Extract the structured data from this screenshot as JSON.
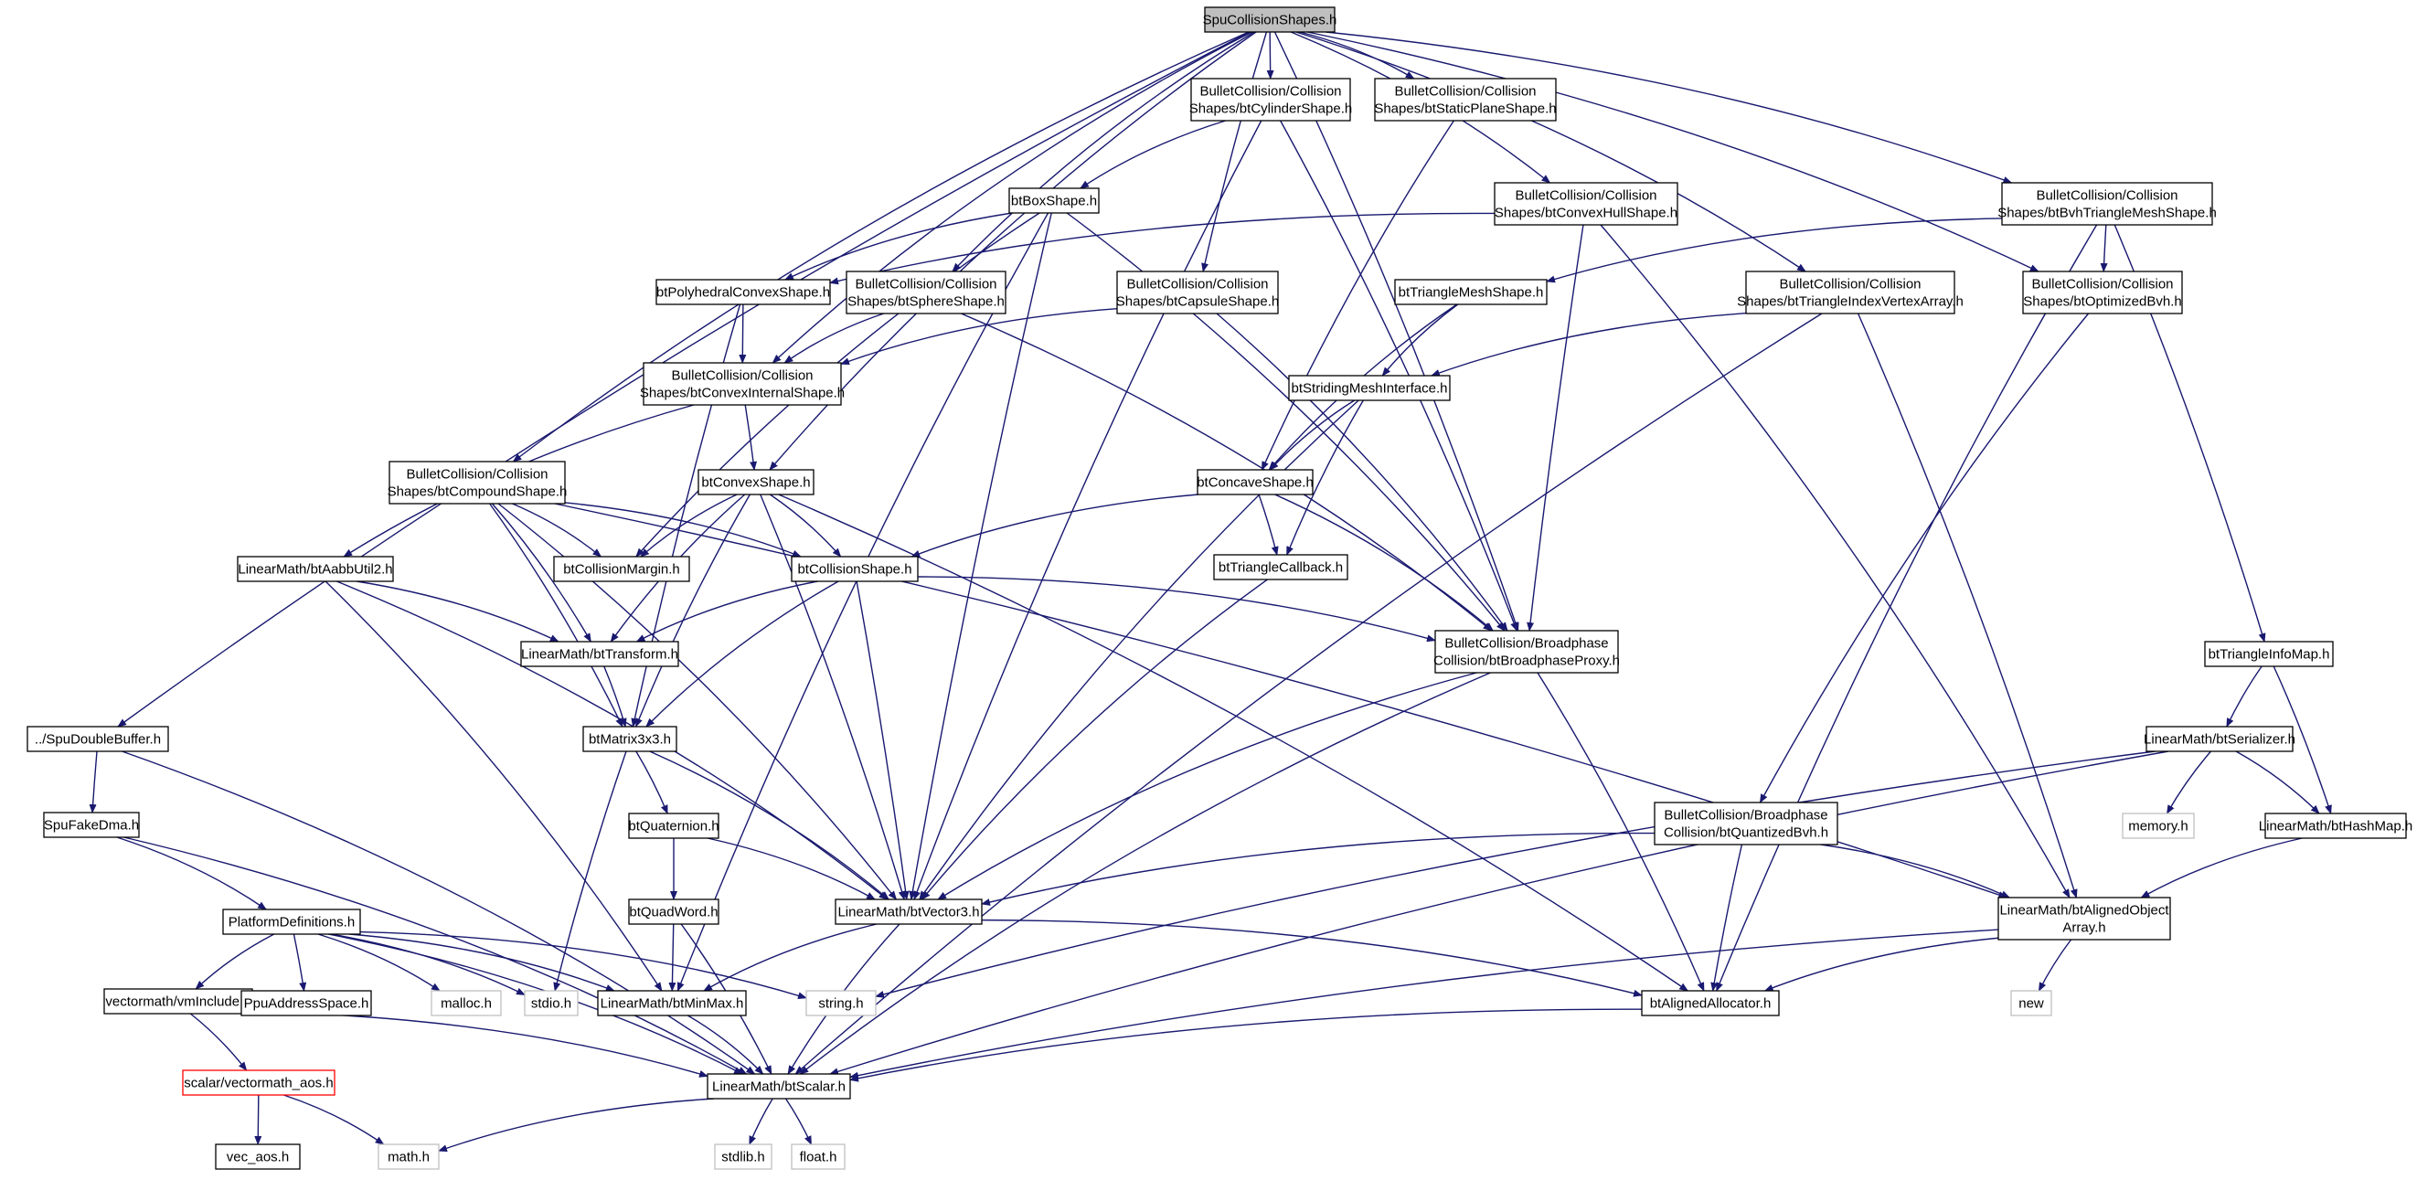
{
  "colors": {
    "edge": "#191970",
    "node_border": "#000000",
    "system_border": "#bfbfbf",
    "missing_border": "#ff0000",
    "root_fill": "#bfbfbf",
    "node_fill": "#ffffff"
  },
  "nodes": [
    {
      "id": "root",
      "lines": [
        "SpuCollisionShapes.h"
      ],
      "kind": "root"
    },
    {
      "id": "spudb",
      "lines": [
        "../SpuDoubleBuffer.h"
      ],
      "kind": "normal"
    },
    {
      "id": "compound",
      "lines": [
        "BulletCollision/Collision",
        "Shapes/btCompoundShape.h"
      ],
      "kind": "normal"
    },
    {
      "id": "convexinternal",
      "lines": [
        "BulletCollision/Collision",
        "Shapes/btConvexInternalShape.h"
      ],
      "kind": "normal"
    },
    {
      "id": "convex",
      "lines": [
        "btConvexShape.h"
      ],
      "kind": "normal"
    },
    {
      "id": "sphere",
      "lines": [
        "BulletCollision/Collision",
        "Shapes/btSphereShape.h"
      ],
      "kind": "normal"
    },
    {
      "id": "capsule",
      "lines": [
        "BulletCollision/Collision",
        "Shapes/btCapsuleShape.h"
      ],
      "kind": "normal"
    },
    {
      "id": "cylinder",
      "lines": [
        "BulletCollision/Collision",
        "Shapes/btCylinderShape.h"
      ],
      "kind": "normal"
    },
    {
      "id": "staticplane",
      "lines": [
        "BulletCollision/Collision",
        "Shapes/btStaticPlaneShape.h"
      ],
      "kind": "normal"
    },
    {
      "id": "convexhull",
      "lines": [
        "BulletCollision/Collision",
        "Shapes/btConvexHullShape.h"
      ],
      "kind": "normal"
    },
    {
      "id": "trivertex",
      "lines": [
        "BulletCollision/Collision",
        "Shapes/btTriangleIndexVertexArray.h"
      ],
      "kind": "normal"
    },
    {
      "id": "bvhtri",
      "lines": [
        "BulletCollision/Collision",
        "Shapes/btBvhTriangleMeshShape.h"
      ],
      "kind": "normal"
    },
    {
      "id": "optbvh",
      "lines": [
        "BulletCollision/Collision",
        "Shapes/btOptimizedBvh.h"
      ],
      "kind": "normal"
    },
    {
      "id": "box",
      "lines": [
        "btBoxShape.h"
      ],
      "kind": "normal"
    },
    {
      "id": "polyhedral",
      "lines": [
        "btPolyhedralConvexShape.h"
      ],
      "kind": "normal"
    },
    {
      "id": "trimesh",
      "lines": [
        "btTriangleMeshShape.h"
      ],
      "kind": "normal"
    },
    {
      "id": "striding",
      "lines": [
        "btStridingMeshInterface.h"
      ],
      "kind": "normal"
    },
    {
      "id": "concave",
      "lines": [
        "btConcaveShape.h"
      ],
      "kind": "normal"
    },
    {
      "id": "tricallback",
      "lines": [
        "btTriangleCallback.h"
      ],
      "kind": "normal"
    },
    {
      "id": "aabbutil",
      "lines": [
        "LinearMath/btAabbUtil2.h"
      ],
      "kind": "normal"
    },
    {
      "id": "margin",
      "lines": [
        "btCollisionMargin.h"
      ],
      "kind": "normal"
    },
    {
      "id": "collshape",
      "lines": [
        "btCollisionShape.h"
      ],
      "kind": "normal"
    },
    {
      "id": "transform",
      "lines": [
        "LinearMath/btTransform.h"
      ],
      "kind": "normal"
    },
    {
      "id": "bproxy",
      "lines": [
        "BulletCollision/Broadphase",
        "Collision/btBroadphaseProxy.h"
      ],
      "kind": "normal"
    },
    {
      "id": "matrix",
      "lines": [
        "btMatrix3x3.h"
      ],
      "kind": "normal"
    },
    {
      "id": "quaternion",
      "lines": [
        "btQuaternion.h"
      ],
      "kind": "normal"
    },
    {
      "id": "quadword",
      "lines": [
        "btQuadWord.h"
      ],
      "kind": "normal"
    },
    {
      "id": "vector3",
      "lines": [
        "LinearMath/btVector3.h"
      ],
      "kind": "normal"
    },
    {
      "id": "qbvh",
      "lines": [
        "BulletCollision/Broadphase",
        "Collision/btQuantizedBvh.h"
      ],
      "kind": "normal"
    },
    {
      "id": "triinfomap",
      "lines": [
        "btTriangleInfoMap.h"
      ],
      "kind": "normal"
    },
    {
      "id": "serializer",
      "lines": [
        "LinearMath/btSerializer.h"
      ],
      "kind": "normal"
    },
    {
      "id": "memory",
      "lines": [
        "memory.h"
      ],
      "kind": "system"
    },
    {
      "id": "hashmap",
      "lines": [
        "LinearMath/btHashMap.h"
      ],
      "kind": "normal"
    },
    {
      "id": "alignedobj",
      "lines": [
        "LinearMath/btAlignedObject",
        "Array.h"
      ],
      "kind": "normal"
    },
    {
      "id": "new",
      "lines": [
        "new"
      ],
      "kind": "system"
    },
    {
      "id": "alignedalloc",
      "lines": [
        "btAlignedAllocator.h"
      ],
      "kind": "normal"
    },
    {
      "id": "spufakedma",
      "lines": [
        "SpuFakeDma.h"
      ],
      "kind": "normal"
    },
    {
      "id": "platform",
      "lines": [
        "PlatformDefinitions.h"
      ],
      "kind": "normal"
    },
    {
      "id": "vmath",
      "lines": [
        "vectormath/vmInclude.h"
      ],
      "kind": "normal"
    },
    {
      "id": "ppuaddr",
      "lines": [
        "PpuAddressSpace.h"
      ],
      "kind": "normal"
    },
    {
      "id": "malloc",
      "lines": [
        "malloc.h"
      ],
      "kind": "system"
    },
    {
      "id": "stdio",
      "lines": [
        "stdio.h"
      ],
      "kind": "system"
    },
    {
      "id": "minmax",
      "lines": [
        "LinearMath/btMinMax.h"
      ],
      "kind": "normal"
    },
    {
      "id": "string",
      "lines": [
        "string.h"
      ],
      "kind": "system"
    },
    {
      "id": "scalar",
      "lines": [
        "LinearMath/btScalar.h"
      ],
      "kind": "normal"
    },
    {
      "id": "vecaos",
      "lines": [
        "scalar/vectormath_aos.h"
      ],
      "kind": "missing"
    },
    {
      "id": "vec_aos",
      "lines": [
        "vec_aos.h"
      ],
      "kind": "normal"
    },
    {
      "id": "math",
      "lines": [
        "math.h"
      ],
      "kind": "system"
    },
    {
      "id": "stdlib",
      "lines": [
        "stdlib.h"
      ],
      "kind": "system"
    },
    {
      "id": "float",
      "lines": [
        "float.h"
      ],
      "kind": "system"
    }
  ],
  "edges": [
    [
      "root",
      "spudb"
    ],
    [
      "root",
      "compound"
    ],
    [
      "root",
      "convexinternal"
    ],
    [
      "root",
      "convex"
    ],
    [
      "root",
      "sphere"
    ],
    [
      "root",
      "capsule"
    ],
    [
      "root",
      "cylinder"
    ],
    [
      "root",
      "staticplane"
    ],
    [
      "root",
      "convexhull"
    ],
    [
      "root",
      "trivertex"
    ],
    [
      "root",
      "bvhtri"
    ],
    [
      "root",
      "optbvh"
    ],
    [
      "root",
      "bproxy"
    ],
    [
      "spudb",
      "spufakedma"
    ],
    [
      "spudb",
      "scalar"
    ],
    [
      "spufakedma",
      "platform"
    ],
    [
      "spufakedma",
      "scalar"
    ],
    [
      "platform",
      "vmath"
    ],
    [
      "platform",
      "ppuaddr"
    ],
    [
      "platform",
      "malloc"
    ],
    [
      "platform",
      "stdio"
    ],
    [
      "platform",
      "minmax"
    ],
    [
      "platform",
      "string"
    ],
    [
      "platform",
      "scalar"
    ],
    [
      "vmath",
      "vecaos"
    ],
    [
      "vmath",
      "scalar"
    ],
    [
      "vecaos",
      "vec_aos"
    ],
    [
      "vecaos",
      "math"
    ],
    [
      "compound",
      "margin"
    ],
    [
      "compound",
      "collshape"
    ],
    [
      "compound",
      "transform"
    ],
    [
      "compound",
      "matrix"
    ],
    [
      "compound",
      "vector3"
    ],
    [
      "compound",
      "alignedobj"
    ],
    [
      "convexinternal",
      "aabbutil"
    ],
    [
      "convexinternal",
      "convex"
    ],
    [
      "convex",
      "margin"
    ],
    [
      "convex",
      "collshape"
    ],
    [
      "convex",
      "transform"
    ],
    [
      "convex",
      "matrix"
    ],
    [
      "convex",
      "vector3"
    ],
    [
      "convex",
      "alignedalloc"
    ],
    [
      "sphere",
      "convexinternal"
    ],
    [
      "sphere",
      "bproxy"
    ],
    [
      "capsule",
      "convexinternal"
    ],
    [
      "capsule",
      "bproxy"
    ],
    [
      "cylinder",
      "box"
    ],
    [
      "cylinder",
      "vector3"
    ],
    [
      "cylinder",
      "bproxy"
    ],
    [
      "staticplane",
      "concave"
    ],
    [
      "convexhull",
      "polyhedral"
    ],
    [
      "convexhull",
      "bproxy"
    ],
    [
      "convexhull",
      "alignedobj"
    ],
    [
      "trivertex",
      "striding"
    ],
    [
      "trivertex",
      "alignedobj"
    ],
    [
      "trivertex",
      "scalar"
    ],
    [
      "bvhtri",
      "trimesh"
    ],
    [
      "bvhtri",
      "optbvh"
    ],
    [
      "bvhtri",
      "triinfomap"
    ],
    [
      "bvhtri",
      "alignedalloc"
    ],
    [
      "optbvh",
      "qbvh"
    ],
    [
      "box",
      "polyhedral"
    ],
    [
      "box",
      "margin"
    ],
    [
      "box",
      "bproxy"
    ],
    [
      "box",
      "vector3"
    ],
    [
      "box",
      "minmax"
    ],
    [
      "polyhedral",
      "convexinternal"
    ],
    [
      "polyhedral",
      "matrix"
    ],
    [
      "trimesh",
      "concave"
    ],
    [
      "trimesh",
      "striding"
    ],
    [
      "striding",
      "concave"
    ],
    [
      "striding",
      "tricallback"
    ],
    [
      "striding",
      "vector3"
    ],
    [
      "concave",
      "collshape"
    ],
    [
      "concave",
      "tricallback"
    ],
    [
      "concave",
      "bproxy"
    ],
    [
      "tricallback",
      "vector3"
    ],
    [
      "aabbutil",
      "transform"
    ],
    [
      "aabbutil",
      "vector3"
    ],
    [
      "aabbutil",
      "minmax"
    ],
    [
      "collshape",
      "transform"
    ],
    [
      "collshape",
      "matrix"
    ],
    [
      "collshape",
      "vector3"
    ],
    [
      "collshape",
      "bproxy"
    ],
    [
      "transform",
      "matrix"
    ],
    [
      "matrix",
      "quaternion"
    ],
    [
      "matrix",
      "vector3"
    ],
    [
      "matrix",
      "stdio"
    ],
    [
      "quaternion",
      "quadword"
    ],
    [
      "quaternion",
      "vector3"
    ],
    [
      "quadword",
      "minmax"
    ],
    [
      "quadword",
      "scalar"
    ],
    [
      "vector3",
      "minmax"
    ],
    [
      "vector3",
      "alignedalloc"
    ],
    [
      "vector3",
      "scalar"
    ],
    [
      "bproxy",
      "vector3"
    ],
    [
      "bproxy",
      "alignedalloc"
    ],
    [
      "bproxy",
      "scalar"
    ],
    [
      "qbvh",
      "vector3"
    ],
    [
      "qbvh",
      "alignedalloc"
    ],
    [
      "qbvh",
      "alignedobj"
    ],
    [
      "triinfomap",
      "serializer"
    ],
    [
      "triinfomap",
      "hashmap"
    ],
    [
      "serializer",
      "memory"
    ],
    [
      "serializer",
      "hashmap"
    ],
    [
      "serializer",
      "string"
    ],
    [
      "serializer",
      "scalar"
    ],
    [
      "hashmap",
      "alignedobj"
    ],
    [
      "alignedobj",
      "new"
    ],
    [
      "alignedobj",
      "alignedalloc"
    ],
    [
      "alignedobj",
      "scalar"
    ],
    [
      "alignedalloc",
      "scalar"
    ],
    [
      "minmax",
      "scalar"
    ],
    [
      "scalar",
      "math"
    ],
    [
      "scalar",
      "stdlib"
    ],
    [
      "scalar",
      "float"
    ]
  ]
}
